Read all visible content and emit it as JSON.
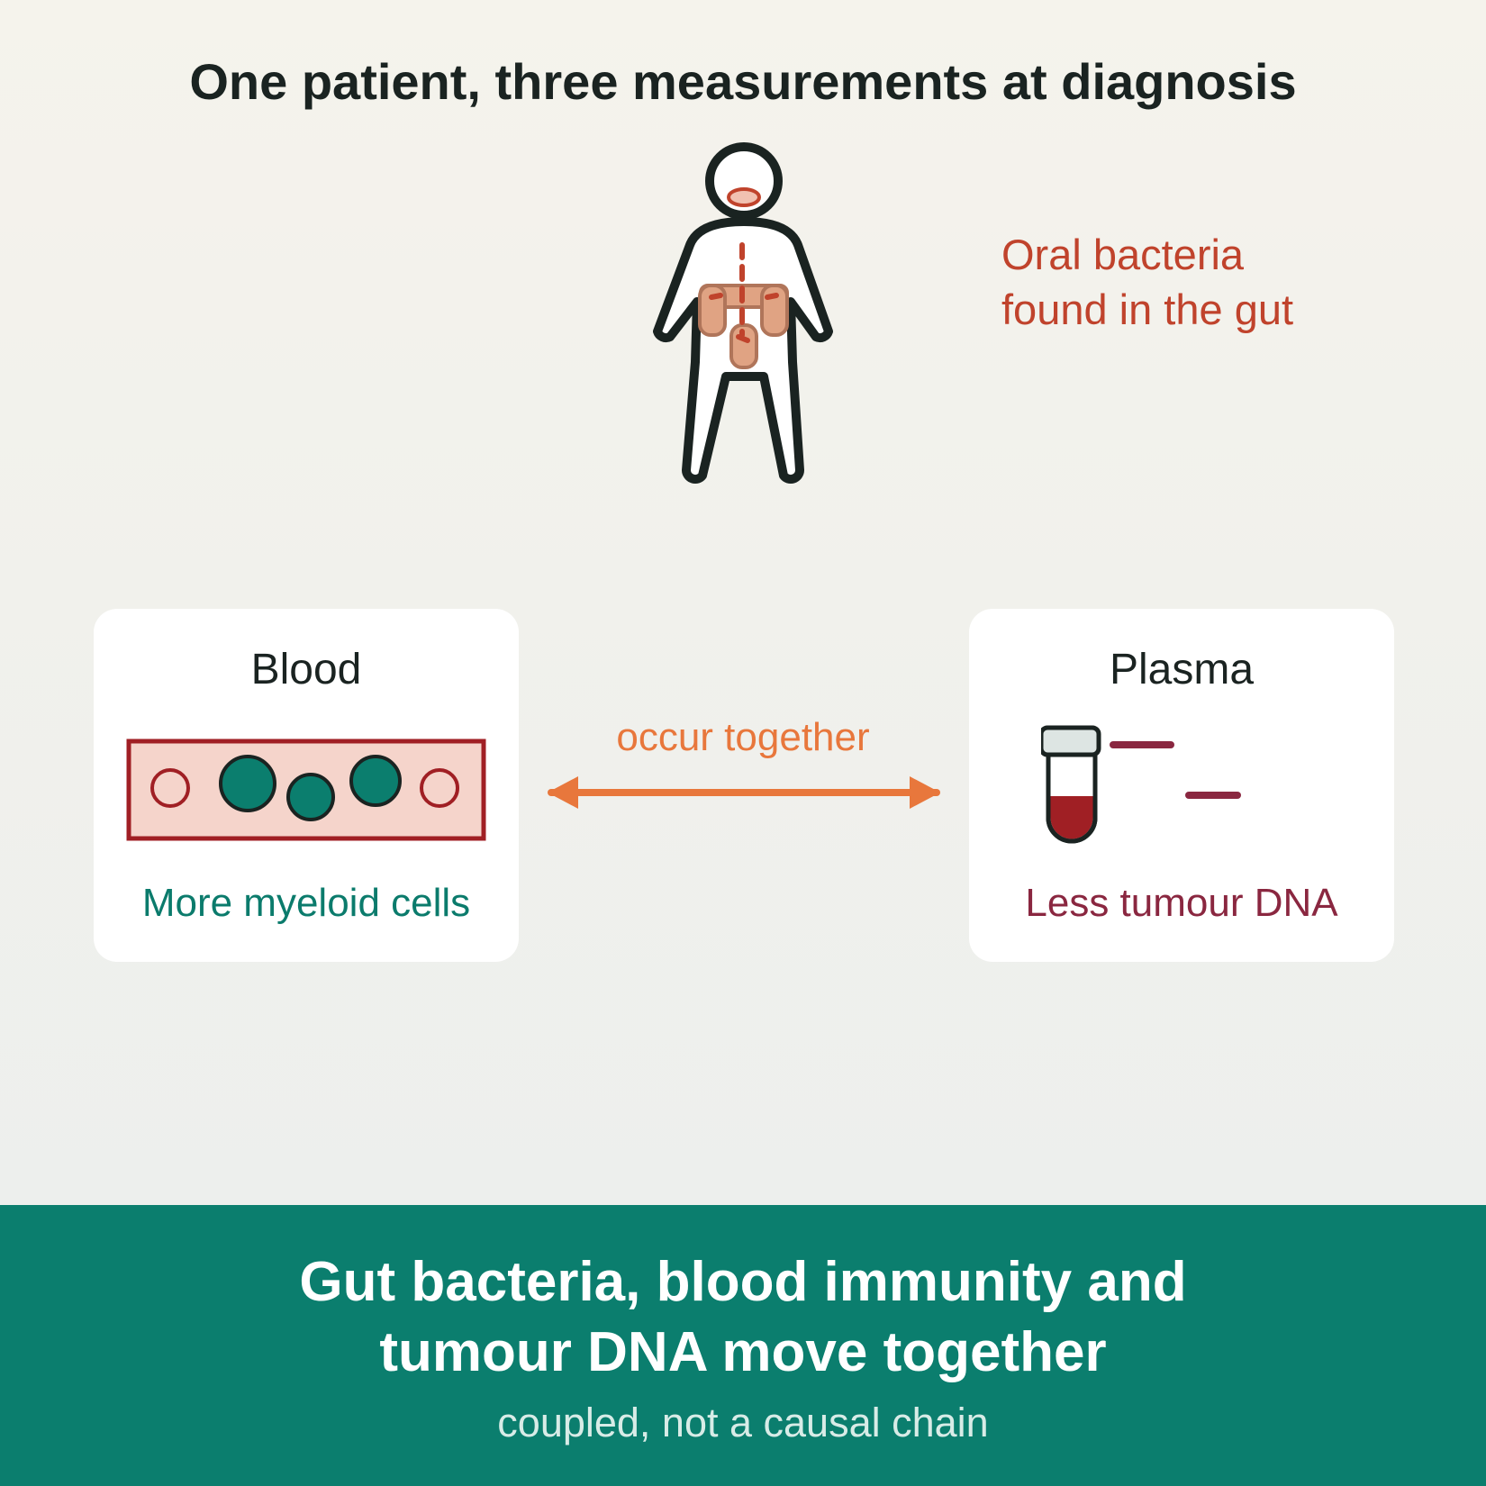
{
  "title": "One patient, three measurements at diagnosis",
  "patient": {
    "icon": "patient-body-icon",
    "callout_line1": "Oral bacteria",
    "callout_line2": "found in the gut"
  },
  "blood_card": {
    "title": "Blood",
    "caption": "More myeloid cells",
    "icon": "blood-cells-icon"
  },
  "plasma_card": {
    "title": "Plasma",
    "caption": "Less tumour DNA",
    "icon": "test-tube-icon"
  },
  "link": {
    "label": "occur together",
    "icon": "double-arrow-icon"
  },
  "banner": {
    "headline_line1": "Gut bacteria, blood immunity and",
    "headline_line2": "tumour DNA move together",
    "subline": "coupled, not a causal chain"
  },
  "colors": {
    "teal": "#0b7e6e",
    "oral_red": "#c0432c",
    "maroon": "#8a2740",
    "arrow_orange": "#e8773c",
    "blood_red": "#a01f24"
  }
}
